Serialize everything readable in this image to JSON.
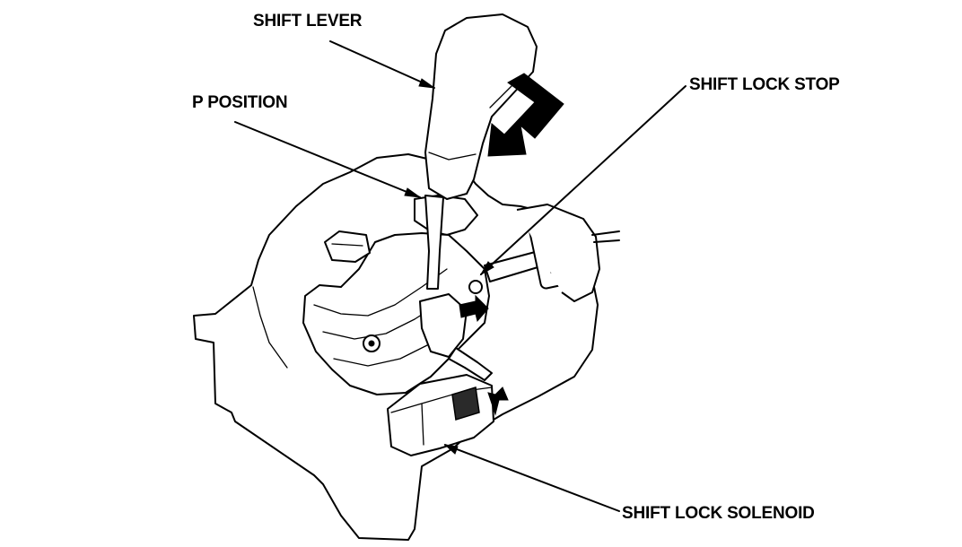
{
  "labels": {
    "shift_lever": "SHIFT LEVER",
    "p_position": "P POSITION",
    "shift_lock_stop": "SHIFT LOCK STOP",
    "shift_lock_solenoid": "SHIFT LOCK SOLENOID"
  },
  "colors": {
    "line": "#000000",
    "background": "#ffffff"
  }
}
